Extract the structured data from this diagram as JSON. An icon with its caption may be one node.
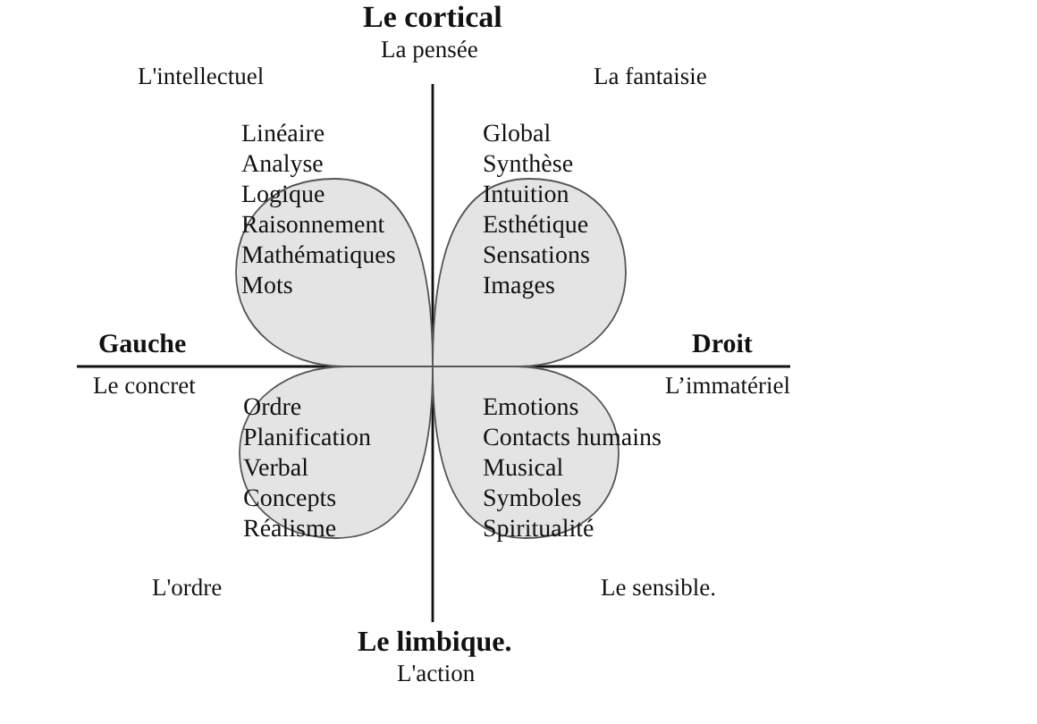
{
  "diagram": {
    "nodes": [
      {
        "text": [
          "Linéaire",
          "Analyse",
          "Logique",
          "Raisonnement",
          "Mathématiques",
          "Mots"
        ]
      },
      {
        "text": [
          "Global",
          "Synthèse",
          "Intuition",
          "Esthétique",
          "Sensations",
          "Images"
        ]
      },
      {
        "text": [
          "Ordre",
          "Planification",
          "Verbal",
          "Concepts",
          "Réalisme"
        ]
      },
      {
        "text": [
          "Emotions",
          "Contacts humains",
          "Musical",
          "Symboles",
          "Spiritualité"
        ]
      }
    ],
    "labels": [
      "Le cortical",
      "La pensée",
      "L'intellectuel",
      "La fantaisie",
      "Gauche",
      "Droit",
      "Le concret",
      "L’immatériel",
      "L'ordre",
      "Le sensible.",
      "Le limbique.",
      "L'action"
    ]
  }
}
